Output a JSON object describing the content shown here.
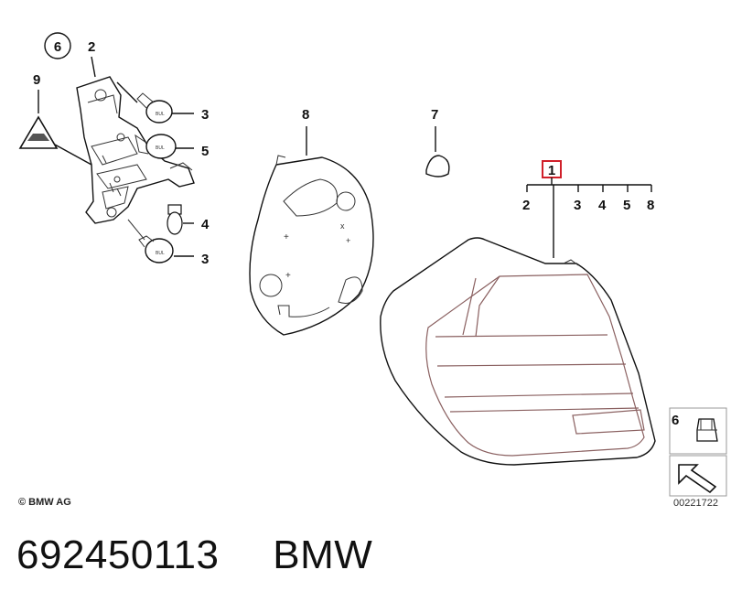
{
  "diagram": {
    "copyright": "© BMW AG",
    "drawing_number": "00221722",
    "callouts": {
      "bracket_group_label": "6",
      "bracket": "2",
      "warning_symbol": "9",
      "bulb_top": "3",
      "bulb_mid": "5",
      "bulb_small": "4",
      "bulb_bottom": "3",
      "gasket": "8",
      "cap": "7",
      "taillight_highlighted": "1",
      "set_2": "2",
      "set_3": "3",
      "set_4": "4",
      "set_5": "5",
      "set_8": "8",
      "nut_detail": "6"
    },
    "colors": {
      "highlight": "#d0202a",
      "lamp_outline": "#8a6060"
    }
  },
  "footer": {
    "part_number": "692450113",
    "brand": "BMW"
  }
}
